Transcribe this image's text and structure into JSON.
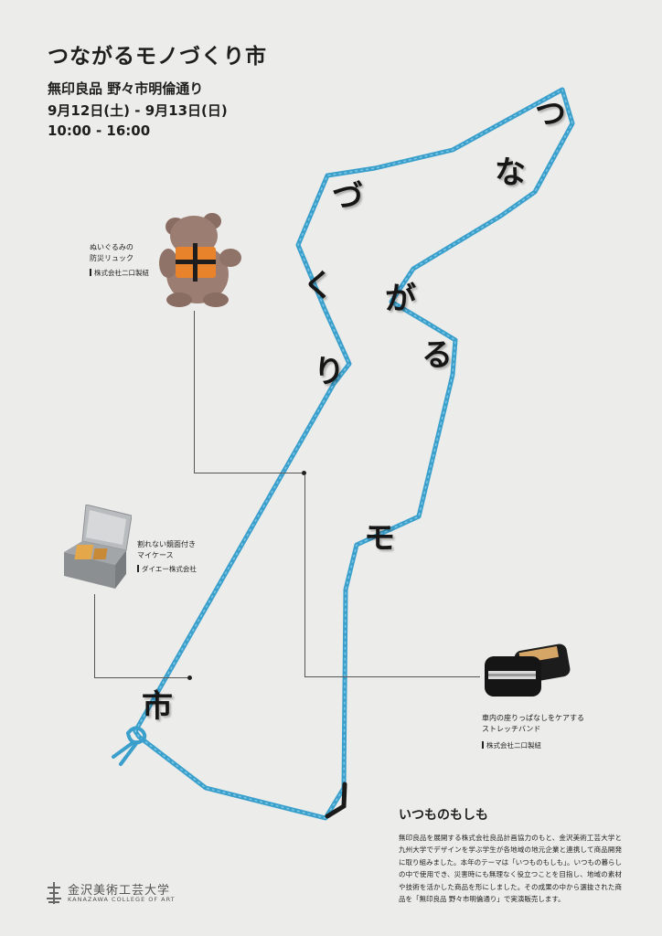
{
  "event": {
    "title": "つながるモノづくり市",
    "venue": "無印良品 野々市明倫通り",
    "dates": "9月12日(土) - 9月13日(日)",
    "hours": "10:00 - 16:00"
  },
  "route_characters": [
    "つ",
    "な",
    "が",
    "る",
    "モ",
    "づ",
    "く",
    "り",
    "市"
  ],
  "products": [
    {
      "name_line1": "ぬいぐるみの",
      "name_line2": "防災リュック",
      "maker": "株式会社二口製紐"
    },
    {
      "name_line1": "割れない鏡面付き",
      "name_line2": "マイケース",
      "maker": "ダイエー株式会社"
    },
    {
      "name_line1": "車内の座りっぱなしをケアする",
      "name_line2": "ストレッチバンド",
      "maker": "株式会社二口製紐"
    }
  ],
  "concept": {
    "heading": "いつものもしも",
    "body": "無印良品を展開する株式会社良品計画協力のもと、金沢美術工芸大学と九州大学でデザインを学ぶ学生が各地域の地元企業と連携して商品開発に取り組みました。本年のテーマは「いつものもしも」。いつもの暮らしの中で使用でき、災害時にも無理なく役立つことを目指し、地域の素材や技術を活かした商品を形にしました。その成果の中から選抜された商品を「無印良品 野々市明倫通り」で実演販売します。"
  },
  "logo": {
    "name_jp": "金沢美術工芸大学",
    "name_en": "KANAZAWA COLLEGE OF ART",
    "icon": "kanazawa-college-emblem-icon"
  },
  "colors": {
    "background": "#ececea",
    "cord": "#3fa9d4",
    "text": "#1e1e1e"
  }
}
